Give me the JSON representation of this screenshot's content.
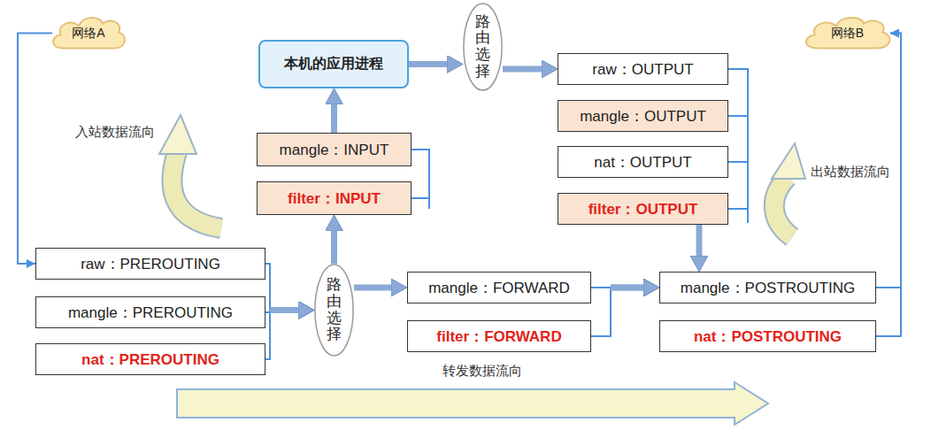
{
  "diagram": {
    "nodes": [
      {
        "text": [
          "网络A"
        ]
      },
      {
        "text": [
          "本机的应用进程"
        ]
      },
      {
        "text": [
          "路由选择"
        ]
      },
      {
        "text": [
          "raw：OUTPUT"
        ]
      },
      {
        "text": [
          "mangle：OUTPUT"
        ]
      },
      {
        "text": [
          "nat：OUTPUT"
        ]
      },
      {
        "text": [
          "filter：OUTPUT"
        ]
      },
      {
        "text": [
          "网络B"
        ]
      },
      {
        "text": [
          "mangle：INPUT"
        ]
      },
      {
        "text": [
          "filter：INPUT"
        ]
      },
      {
        "text": [
          "raw：PREROUTING"
        ]
      },
      {
        "text": [
          "mangle：PREROUTING"
        ]
      },
      {
        "text": [
          "nat：PREROUTING"
        ]
      },
      {
        "text": [
          "路由选择"
        ]
      },
      {
        "text": [
          "mangle：FORWARD"
        ]
      },
      {
        "text": [
          "filter：FORWARD"
        ]
      },
      {
        "text": [
          "mangle：POSTROUTING"
        ]
      },
      {
        "text": [
          "nat：POSTROUTING"
        ]
      }
    ],
    "edges": [
      {
        "from": 0,
        "to": 10,
        "arrow": "to"
      },
      {
        "from": 10,
        "to": 13,
        "arrow": "to"
      },
      {
        "from": 11,
        "to": 13,
        "arrow": "to"
      },
      {
        "from": 12,
        "to": 13,
        "arrow": "to"
      },
      {
        "from": 13,
        "to": 9,
        "arrow": "to"
      },
      {
        "from": 8,
        "to": 1,
        "arrow": "to"
      },
      {
        "from": 1,
        "to": 2,
        "arrow": "to"
      },
      {
        "from": 2,
        "to": 3,
        "arrow": "to"
      },
      {
        "from": 6,
        "to": 16,
        "arrow": "to"
      },
      {
        "from": 13,
        "to": 14,
        "arrow": "to"
      },
      {
        "from": 14,
        "to": 16,
        "arrow": "to"
      },
      {
        "from": 15,
        "to": 16,
        "arrow": "to"
      },
      {
        "from": 16,
        "to": 7,
        "arrow": "to"
      },
      {
        "from": 17,
        "to": 7,
        "arrow": "to"
      }
    ],
    "labels": [
      "入站数据流向",
      "出站数据流向",
      "转发数据流向"
    ]
  }
}
